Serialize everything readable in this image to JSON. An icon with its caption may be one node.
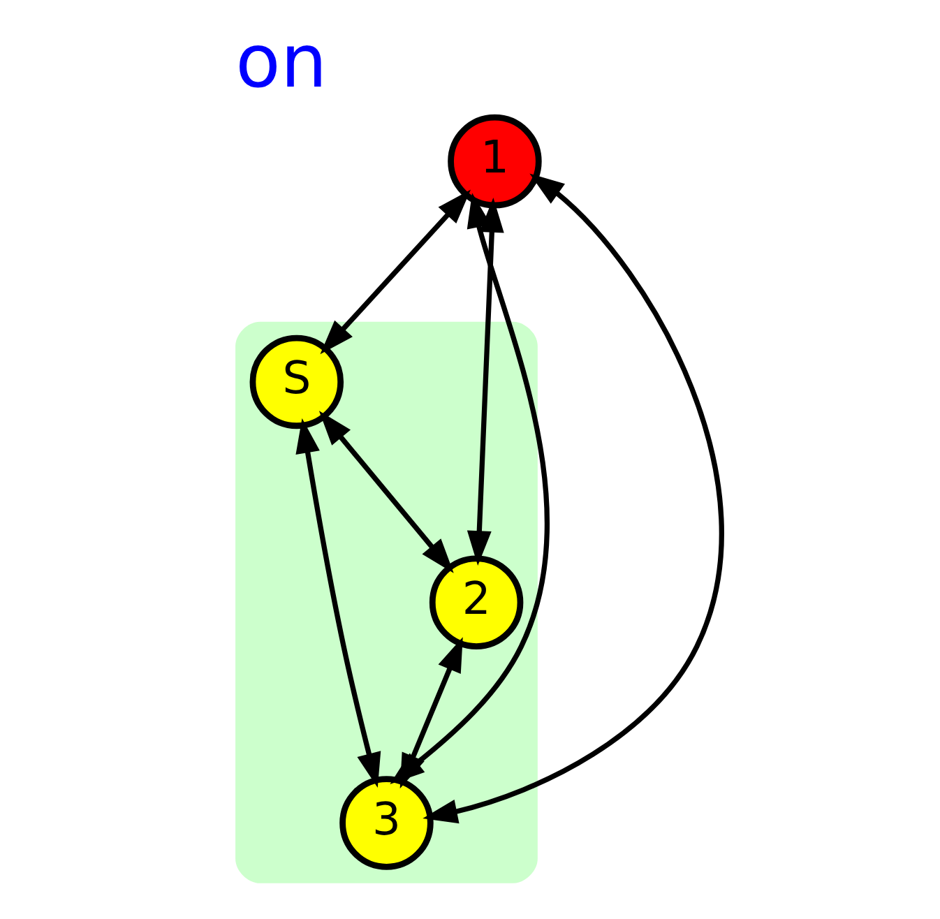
{
  "diagram": {
    "title": "on",
    "nodes": [
      {
        "text": [],
        "shape": "ellipse"
      },
      {
        "text": [
          "S"
        ],
        "in": 0
      },
      {
        "text": [
          "1"
        ]
      },
      {
        "text": [
          "3"
        ],
        "in": 0
      },
      {
        "text": [
          "2"
        ],
        "in": 0
      }
    ],
    "edges": [
      {
        "from": 2,
        "to": 1,
        "arrow": "both"
      },
      {
        "from": 1,
        "to": 4,
        "arrow": "both"
      },
      {
        "from": 1,
        "to": 3,
        "arrow": "both"
      },
      {
        "from": 2,
        "to": 3,
        "arrow": "both"
      },
      {
        "from": 2,
        "to": 4,
        "arrow": "both"
      },
      {
        "from": 4,
        "to": 3,
        "arrow": "both"
      },
      {
        "from": 2,
        "to": 3,
        "arrow": "both"
      }
    ]
  }
}
